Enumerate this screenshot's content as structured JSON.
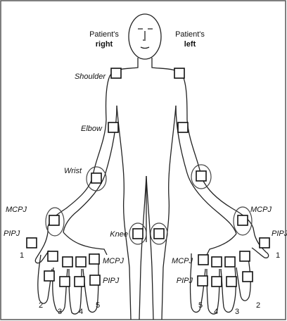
{
  "header": {
    "right_line1": "Patient's",
    "right_line2": "right",
    "left_line1": "Patient's",
    "left_line2": "left"
  },
  "labels": {
    "shoulder": "Shoulder",
    "elbow": "Elbow",
    "wrist": "Wrist",
    "knee": "Knee",
    "mcpj_right_hand": "MCPJ",
    "pipj_right_hand": "PIPJ",
    "mcpj_right_fingers": "MCPJ",
    "pipj_right_fingers": "PIPJ",
    "mcpj_left_fingers": "MCPJ",
    "pipj_left_fingers": "PIPJ",
    "mcpj_left_hand": "MCPJ",
    "pipj_left_hand": "PIPJ"
  },
  "finger_numbers": {
    "right_thumb": "1",
    "right": [
      "2",
      "3",
      "4",
      "5"
    ],
    "left_thumb": "1",
    "left": [
      "5",
      "4",
      "3",
      "2"
    ]
  }
}
